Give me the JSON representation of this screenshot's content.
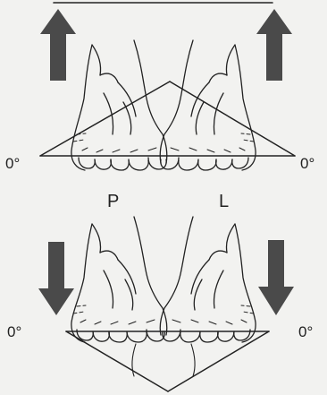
{
  "labels": {
    "top_left_angle": "0°",
    "top_right_angle": "0°",
    "bottom_left_angle": "0°",
    "bottom_right_angle": "0°",
    "side_left": "P",
    "side_right": "L"
  },
  "arrows": {
    "top": "up",
    "bottom": "down"
  },
  "colors": {
    "ink": "#222222",
    "arrow": "#4a4a4a",
    "background": "#f2f2f0"
  }
}
